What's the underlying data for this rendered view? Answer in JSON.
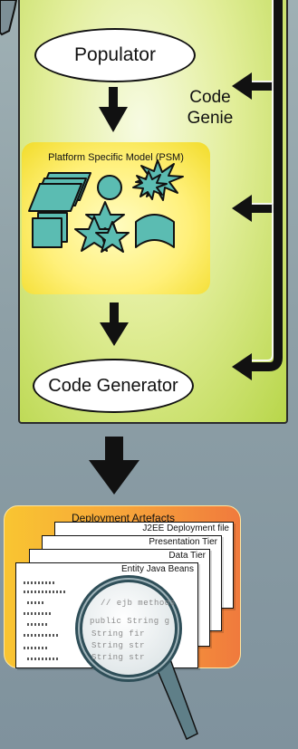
{
  "nodes": {
    "populator": "Populator",
    "code_genie": [
      "Code",
      "Genie"
    ],
    "psm_title": "Platform Specific Model (PSM)",
    "code_generator": "Code Generator",
    "deployment_title": "Deployment Artefacts"
  },
  "documents": [
    "J2EE Deployment file",
    "Presentation Tier",
    "Data Tier",
    "Entity Java Beans"
  ],
  "code_snippet": [
    "// ejb methods",
    "public String g",
    "    String fir",
    "    String str",
    "    String str"
  ],
  "colors": {
    "shape_fill": "#5bbcb2",
    "genie_panel": "#c6de5e",
    "psm_panel": "#fff07a",
    "deploy_panel": "#f7a53a",
    "arrow": "#111111"
  },
  "icons": [
    "parallelogram-stack-icon",
    "circle-icon",
    "star-burst-icon",
    "square-stack-icon",
    "star-cluster-icon",
    "wave-flag-icon",
    "magnifier-icon"
  ]
}
